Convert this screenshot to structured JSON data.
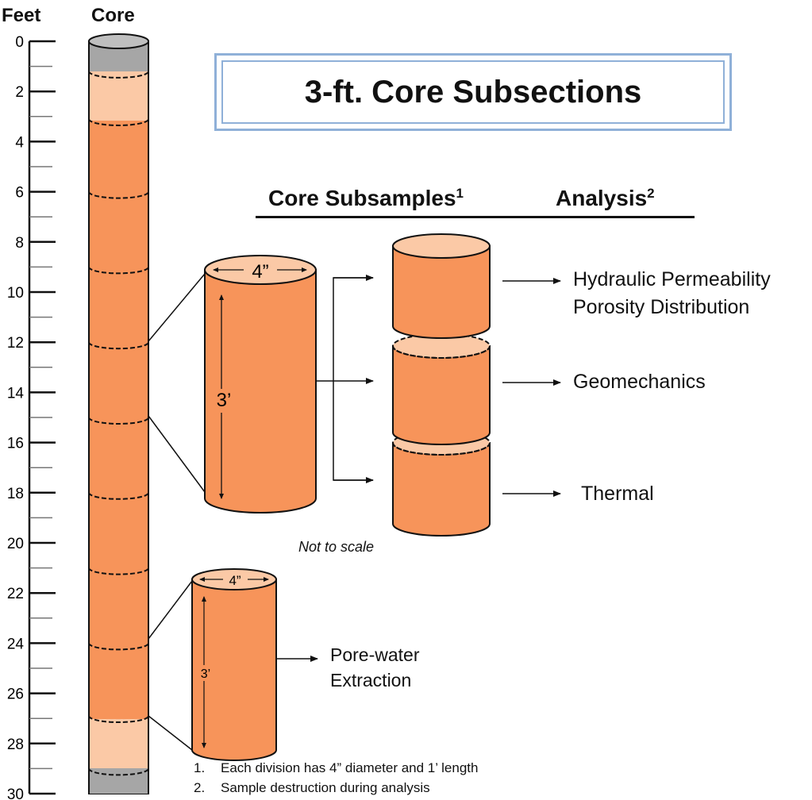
{
  "title": "3-ft. Core Subsections",
  "scale_header": "Feet",
  "core_header": "Core",
  "depth_ticks": [
    "0",
    "2",
    "4",
    "6",
    "8",
    "10",
    "12",
    "14",
    "16",
    "18",
    "20",
    "22",
    "24",
    "26",
    "28",
    "30"
  ],
  "headers": {
    "subsamples": "Core Subsamples",
    "subsamples_sup": "1",
    "analysis": "Analysis",
    "analysis_sup": "2"
  },
  "diameter_label": "4”",
  "length_label": "3’",
  "analyses": {
    "hydraulic": "Hydraulic Permeability",
    "porosity": "Porosity Distribution",
    "geomechanics": "Geomechanics",
    "thermal": "Thermal"
  },
  "not_to_scale": "Not to scale",
  "pore_water": [
    "Pore-water",
    "Extraction"
  ],
  "footnotes": [
    {
      "num": "1.",
      "text": "Each division has 4” diameter and 1’ length"
    },
    {
      "num": "2.",
      "text": "Sample destruction during analysis"
    }
  ],
  "colors": {
    "core_orange": "#f7945a",
    "core_light": "#fbc9a6",
    "cap_gray": "#a6a6a6",
    "title_border": "#8fb0d8"
  }
}
